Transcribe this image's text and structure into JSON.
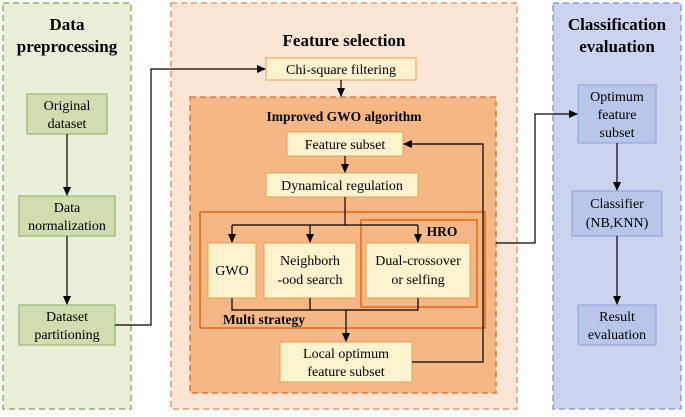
{
  "colors": {
    "preprocess_fill": "#e8eed8",
    "preprocess_border": "#8fb060",
    "green_box": "#cfddb0",
    "selection_fill": "#fbe6d6",
    "selection_border": "#e89a66",
    "gwo_fill": "#f5b785",
    "gwo_border": "#e07b2f",
    "cream_box": "#fdf3cf",
    "box_border": "#e8a050",
    "classify_fill": "#cbd3ef",
    "classify_border": "#8da0d8",
    "blue_box": "#b8c6ea",
    "arrow": "#000000"
  },
  "preprocessing": {
    "title_line1": "Data",
    "title_line2": "preprocessing",
    "original_l1": "Original",
    "original_l2": "dataset",
    "normalization_l1": "Data",
    "normalization_l2": "normalization",
    "partitioning_l1": "Dataset",
    "partitioning_l2": "partitioning"
  },
  "selection": {
    "title": "Feature selection",
    "chi_square": "Chi-square filtering",
    "gwo_title": "Improved GWO algorithm",
    "feature_subset": "Feature subset",
    "dynamical_regulation": "Dynamical regulation",
    "gwo": "GWO",
    "neighborhood_l1": "Neighborh",
    "neighborhood_l2": "-ood search",
    "hro": "HRO",
    "dual_l1": "Dual-crossover",
    "dual_l2": "or selfing",
    "multi_strategy": "Multi strategy",
    "local_l1": "Local optimum",
    "local_l2": "feature subset"
  },
  "classification": {
    "title_line1": "Classification",
    "title_line2": "evaluation",
    "optimum_l1": "Optimum",
    "optimum_l2": "feature",
    "optimum_l3": "subset",
    "classifier_l1": "Classifier",
    "classifier_l2": "(NB,KNN)",
    "result_l1": "Result",
    "result_l2": "evaluation"
  }
}
